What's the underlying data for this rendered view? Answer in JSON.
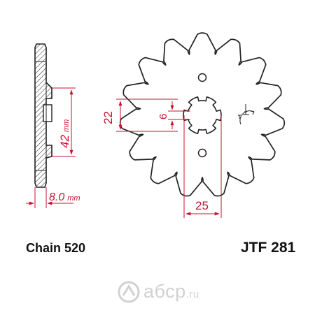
{
  "colors": {
    "outline": "#222222",
    "dimension": "#c8102e",
    "hatch": "#333333"
  },
  "dimensions": {
    "hub_width": "8.0",
    "hub_width_unit": "mm",
    "hub_diameter": "42",
    "hub_diameter_unit": "mm",
    "spline_across": "22",
    "key_width": "6",
    "bore_diameter": "25"
  },
  "captions": {
    "chain": "Chain 520",
    "part_number": "JTF 281"
  },
  "watermark": {
    "brand": "абср",
    "tld": ".ru"
  },
  "icons": {
    "rotation": "rotation-direction-icon",
    "logo": "abcp-logo-icon"
  }
}
